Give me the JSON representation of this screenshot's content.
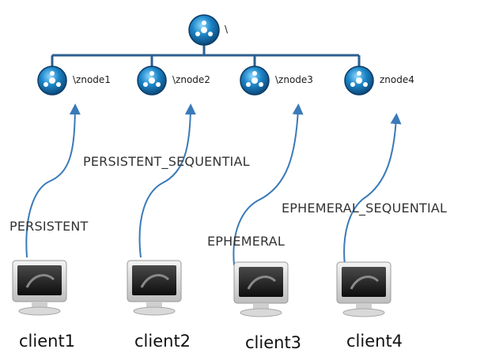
{
  "root": {
    "label": "\\",
    "icon": "zookeeper-node-icon"
  },
  "znodes": [
    {
      "label": "\\znode1",
      "icon": "zookeeper-node-icon"
    },
    {
      "label": "\\znode2",
      "icon": "zookeeper-node-icon"
    },
    {
      "label": "\\znode3",
      "icon": "zookeeper-node-icon"
    },
    {
      "label": "znode4",
      "icon": "zookeeper-node-icon"
    }
  ],
  "modes": [
    "PERSISTENT",
    "PERSISTENT_SEQUENTIAL",
    "EPHEMERAL",
    "EPHEMERAL_SEQUENTIAL"
  ],
  "clients": [
    {
      "label": "client1",
      "icon": "monitor-icon"
    },
    {
      "label": "client2",
      "icon": "monitor-icon"
    },
    {
      "label": "client3",
      "icon": "monitor-icon"
    },
    {
      "label": "client4",
      "icon": "monitor-icon"
    }
  ],
  "colors": {
    "tree_line": "#2e5f8f",
    "arrow": "#3a7ab8",
    "node_blue": "#1d86c8"
  }
}
